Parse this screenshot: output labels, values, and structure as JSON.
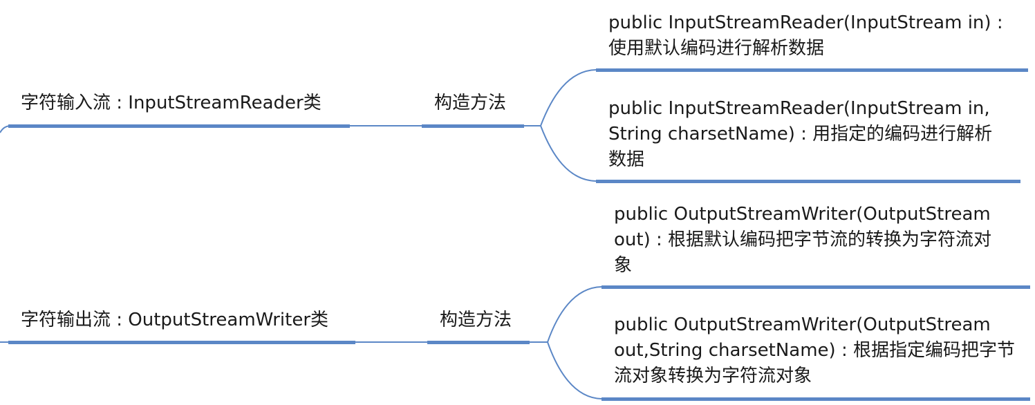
{
  "colors": {
    "branch": "#5b87c6",
    "text": "#1a1a1a",
    "background": "#ffffff"
  },
  "branches": [
    {
      "label": "字符输入流 : InputStreamReader类",
      "child": {
        "label": "构造方法",
        "leaves": [
          {
            "text": "public InputStreamReader(InputStream in) :\n使用默认编码进行解析数据"
          },
          {
            "text": "public InputStreamReader(InputStream in,\nString charsetName) : 用指定的编码进行解析\n数据"
          }
        ]
      }
    },
    {
      "label": "字符输出流 : OutputStreamWriter类",
      "child": {
        "label": "构造方法",
        "leaves": [
          {
            "text": "public OutputStreamWriter(OutputStream\nout) : 根据默认编码把字节流的转换为字符流对\n象"
          },
          {
            "text": "public OutputStreamWriter(OutputStream\nout,String charsetName) : 根据指定编码把字节\n流对象转换为字符流对象"
          }
        ]
      }
    }
  ]
}
